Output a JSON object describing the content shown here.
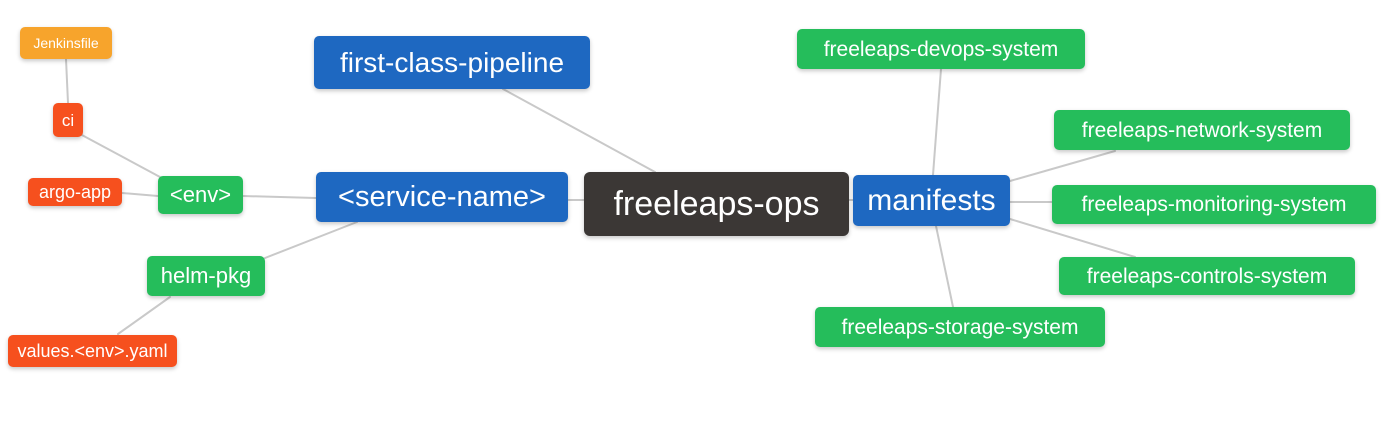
{
  "diagram": {
    "type": "mindmap",
    "root_label": "freeleaps-ops"
  },
  "colors": {
    "orange": "#F7A42C",
    "red": "#F6501E",
    "green": "#25BD5B",
    "blue": "#1E68C1",
    "dark": "#3B3735",
    "edge": "#C9C9C9",
    "text": "#FFFFFF",
    "background": "#FFFFFF"
  },
  "nodes": {
    "jenkinsfile": {
      "label": "Jenkinsfile",
      "color": "orange"
    },
    "ci": {
      "label": "ci",
      "color": "red"
    },
    "argo_app": {
      "label": "argo-app",
      "color": "red"
    },
    "env": {
      "label": "<env>",
      "color": "green"
    },
    "helm_pkg": {
      "label": "helm-pkg",
      "color": "green"
    },
    "values_env_yaml": {
      "label": "values.<env>.yaml",
      "color": "red"
    },
    "first_class_pipeline": {
      "label": "first-class-pipeline",
      "color": "blue"
    },
    "service_name": {
      "label": "<service-name>",
      "color": "blue"
    },
    "freeleaps_ops": {
      "label": "freeleaps-ops",
      "color": "dark"
    },
    "manifests": {
      "label": "manifests",
      "color": "blue"
    },
    "devops_system": {
      "label": "freeleaps-devops-system",
      "color": "green"
    },
    "network_system": {
      "label": "freeleaps-network-system",
      "color": "green"
    },
    "monitoring_system": {
      "label": "freeleaps-monitoring-system",
      "color": "green"
    },
    "controls_system": {
      "label": "freeleaps-controls-system",
      "color": "green"
    },
    "storage_system": {
      "label": "freeleaps-storage-system",
      "color": "green"
    }
  },
  "edges": [
    {
      "from": "jenkinsfile",
      "to": "ci"
    },
    {
      "from": "ci",
      "to": "env"
    },
    {
      "from": "argo_app",
      "to": "env"
    },
    {
      "from": "env",
      "to": "service_name"
    },
    {
      "from": "helm_pkg",
      "to": "service_name"
    },
    {
      "from": "values_env_yaml",
      "to": "helm_pkg"
    },
    {
      "from": "first_class_pipeline",
      "to": "freeleaps_ops"
    },
    {
      "from": "service_name",
      "to": "freeleaps_ops"
    },
    {
      "from": "freeleaps_ops",
      "to": "manifests"
    },
    {
      "from": "manifests",
      "to": "devops_system"
    },
    {
      "from": "manifests",
      "to": "network_system"
    },
    {
      "from": "manifests",
      "to": "monitoring_system"
    },
    {
      "from": "manifests",
      "to": "controls_system"
    },
    {
      "from": "manifests",
      "to": "storage_system"
    }
  ]
}
